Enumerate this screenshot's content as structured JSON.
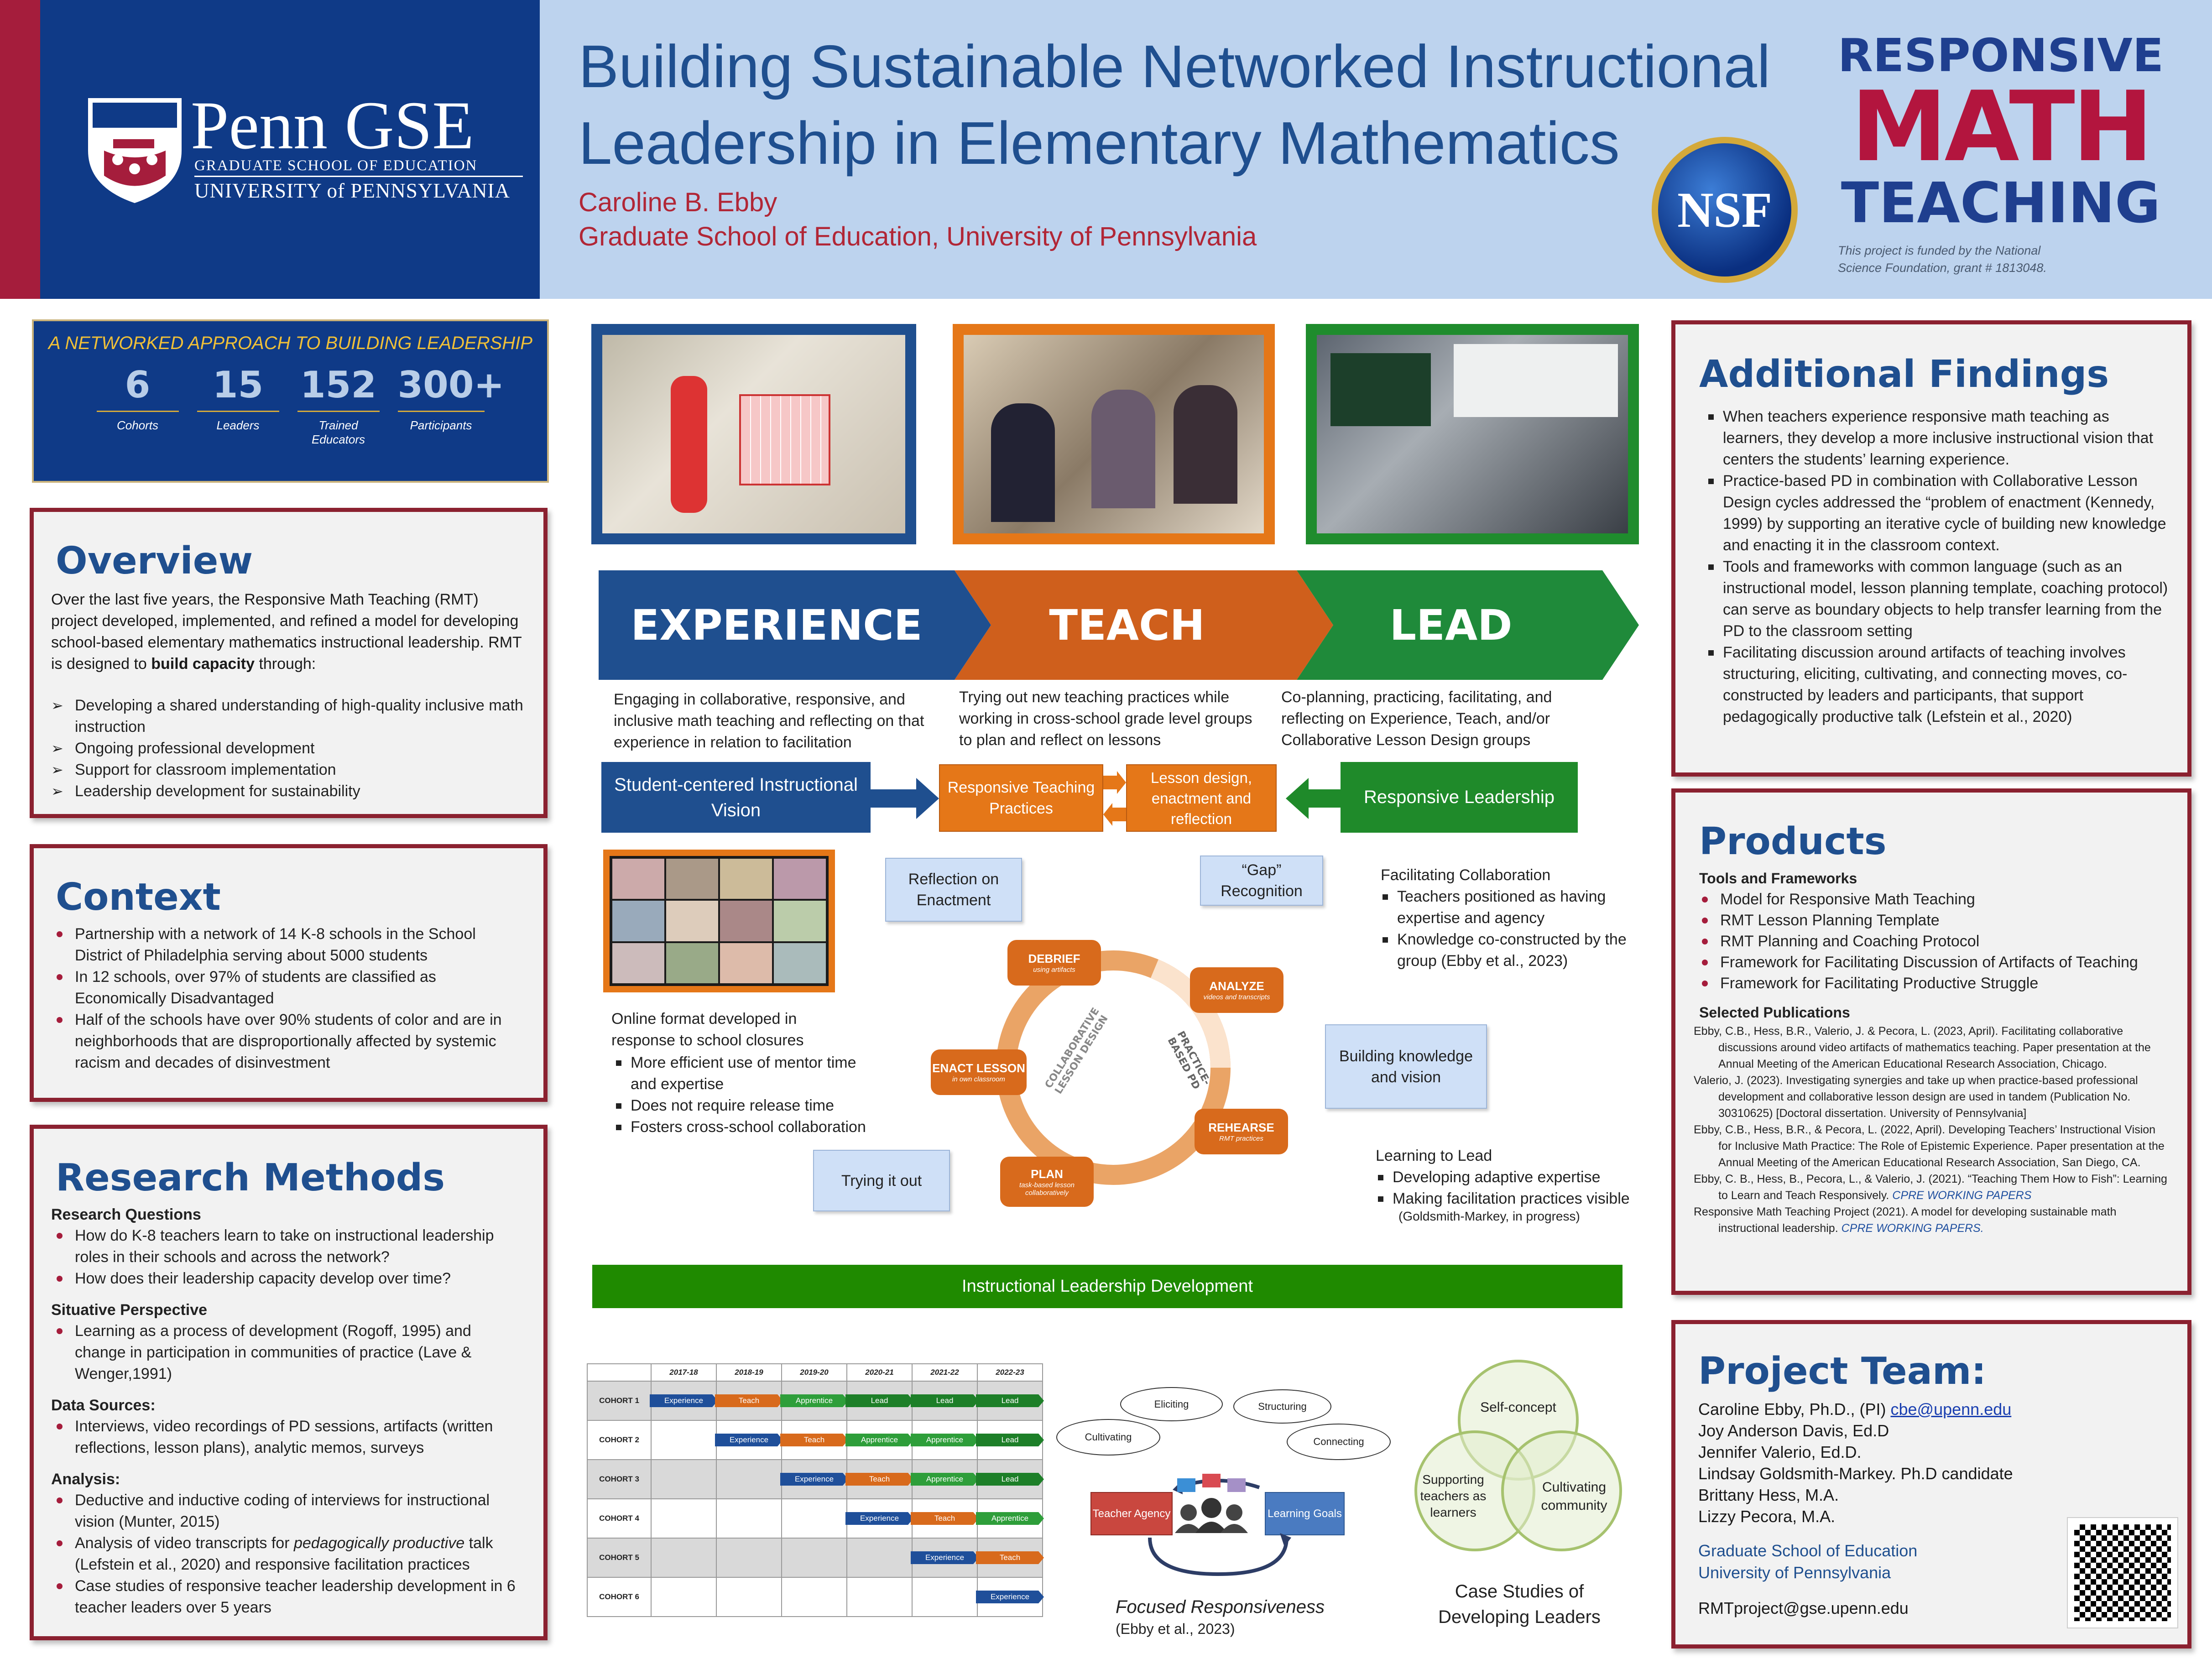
{
  "header": {
    "title_line1": "Building Sustainable Networked Instructional",
    "title_line2": "Leadership in Elementary Mathematics",
    "author": "Caroline B. Ebby",
    "affiliation": "Graduate School of Education, University of Pennsylvania",
    "logo_penn": "Penn GSE",
    "logo_penn_sub1": "GRADUATE SCHOOL OF EDUCATION",
    "logo_penn_sub2": "UNIVERSITY of PENNSYLVANIA",
    "nsf": "NSF",
    "rmt_logo": {
      "line1": "RESPONSIVE",
      "line2": "MATH",
      "line3": "TEACHING"
    },
    "funding": "This project is funded by the National Science Foundation, grant # 1813048."
  },
  "stats": {
    "title": "A NETWORKED APPROACH TO BUILDING LEADERSHIP",
    "items": [
      {
        "value": "6",
        "label": "Cohorts"
      },
      {
        "value": "15",
        "label": "Leaders"
      },
      {
        "value": "152",
        "label": "Trained Educators"
      },
      {
        "value": "300+",
        "label": "Participants"
      }
    ]
  },
  "overview": {
    "title": "Overview",
    "text_a": "Over the last five years, the Responsive Math Teaching  (RMT) project developed, implemented, and refined a model for developing school-based elementary mathematics instructional leadership. RMT is designed to ",
    "text_bold": "build capacity",
    "text_b": " through:",
    "items": [
      "Developing a shared understanding of high-quality inclusive math instruction",
      "Ongoing professional development",
      "Support for classroom implementation",
      "Leadership development for sustainability"
    ]
  },
  "context": {
    "title": "Context",
    "items": [
      "Partnership with a network of 14 K-8 schools in the School District of Philadelphia serving about 5000 students",
      "In 12 schools, over 97% of students are classified as Economically Disadvantaged",
      "Half of the schools have over 90% students of color and are in neighborhoods that are disproportionally affected by systemic racism and decades of disinvestment"
    ]
  },
  "methods": {
    "title": "Research Methods",
    "rq_title": "Research Questions",
    "rq": [
      "How do K-8 teachers learn to take on instructional leadership roles in their schools and across the network?",
      "How does their leadership capacity develop over time?"
    ],
    "sp_title": "Situative Perspective",
    "sp": [
      "Learning as a process of development (Rogoff, 1995) and change in participation in communities of practice (Lave & Wenger,1991)"
    ],
    "ds_title": "Data Sources:",
    "ds": [
      "Interviews, video recordings of PD sessions, artifacts (written reflections, lesson plans), analytic memos, surveys"
    ],
    "an_title": "Analysis:",
    "an1": "Deductive and inductive coding of interviews for instructional vision (Munter, 2015)",
    "an2a": "Analysis of video transcripts for ",
    "an2i": "pedagogically productive",
    "an2b": " talk (Lefstein et al., 2020) and responsive facilitation practices",
    "an3": "Case studies of responsive  teacher leadership development in 6 teacher leaders over 5 years"
  },
  "model": {
    "arrows": [
      "EXPERIENCE",
      "TEACH",
      "LEAD"
    ],
    "desc": [
      "Engaging in collaborative, responsive, and inclusive math teaching and reflecting on that experience in relation to facilitation",
      "Trying out new teaching practices while working in cross-school grade level groups to plan and reflect on lessons",
      "Co-planning, practicing, facilitating, and reflecting on Experience, Teach, and/or Collaborative Lesson Design groups"
    ],
    "chips": [
      "Student-centered Instructional Vision",
      "Responsive Teaching Practices",
      "Lesson design, enactment and reflection",
      "Responsive Leadership"
    ],
    "online_title": "Online format developed in response to school closures",
    "online_items": [
      "More efficient use of mentor time and expertise",
      "Does not require release time",
      "Fosters cross-school collaboration"
    ],
    "cycle": [
      {
        "name": "DEBRIEF",
        "sub": "using artifacts"
      },
      {
        "name": "ANALYZE",
        "sub": "videos and transcripts"
      },
      {
        "name": "REHEARSE",
        "sub": "RMT practices"
      },
      {
        "name": "PLAN",
        "sub": "task-based lesson collaboratively"
      },
      {
        "name": "ENACT LESSON",
        "sub": "in own classroom"
      }
    ],
    "cycle_left": "COLLABORATIVE LESSON DESIGN",
    "cycle_right": "PRACTICE-BASED PD",
    "callouts": [
      "Reflection on Enactment",
      "“Gap” Recognition",
      "Building knowledge and vision",
      "Trying it out"
    ],
    "facil_title": "Facilitating Collaboration",
    "facil_items": [
      "Teachers positioned as having expertise and agency",
      "Knowledge co-constructed by the group (Ebby et al., 2023)"
    ],
    "ltl_title": "Learning to Lead",
    "ltl_items": [
      "Developing adaptive expertise",
      "Making facilitation practices visible"
    ],
    "ltl_cite": "(Goldsmith-Markey, in progress)",
    "bar": "Instructional Leadership Development"
  },
  "timeline": {
    "years": [
      "2017-18",
      "2018-19",
      "2019-20",
      "2020-21",
      "2021-22",
      "2022-23"
    ],
    "cohorts": [
      {
        "name": "COHORT 1",
        "phases": [
          "Experience",
          "Teach",
          "Apprentice",
          "Lead",
          "Lead",
          "Lead"
        ]
      },
      {
        "name": "COHORT 2",
        "phases": [
          "Experience",
          "Teach",
          "Apprentice",
          "Apprentice",
          "Lead"
        ]
      },
      {
        "name": "COHORT 3",
        "phases": [
          "Experience",
          "Teach",
          "Apprentice",
          "Lead"
        ]
      },
      {
        "name": "COHORT 4",
        "phases": [
          "Experience",
          "Teach",
          "Apprentice"
        ]
      },
      {
        "name": "COHORT 5",
        "phases": [
          "Experience",
          "Teach"
        ]
      },
      {
        "name": "COHORT 6",
        "phases": [
          "Experience"
        ]
      }
    ],
    "colors": {
      "Experience": "#1f4f9a",
      "Teach": "#d86a1c",
      "Apprentice": "#2e9e3a",
      "Lead": "#1d7f28"
    }
  },
  "focused": {
    "words": [
      "Eliciting",
      "Structuring",
      "Cultivating",
      "Connecting"
    ],
    "teacher": "Teacher Agency",
    "learning": "Learning Goals",
    "caption": "Focused Responsiveness",
    "cite": "(Ebby et al., 2023)"
  },
  "venn": {
    "circles": [
      "Self-concept",
      "Supporting teachers as learners",
      "Cultivating community"
    ],
    "caption": "Case Studies of Developing Leaders"
  },
  "findings": {
    "title": "Additional Findings",
    "items": [
      "When teachers experience responsive math teaching as learners, they develop a more inclusive instructional vision that centers the students’ learning experience.",
      "Practice-based PD in combination with Collaborative Lesson Design cycles addressed the “problem of enactment  (Kennedy, 1999) by supporting an iterative cycle of building new  knowledge and enacting it in the classroom context.",
      "Tools and frameworks with common language (such as an instructional model, lesson planning template, coaching protocol) can serve as boundary objects to help transfer learning from the PD to the classroom setting",
      "Facilitating discussion around artifacts of teaching involves structuring, eliciting, cultivating, and connecting moves, co-constructed by leaders and participants, that support pedagogically productive talk (Lefstein et al., 2020)"
    ]
  },
  "products": {
    "title": "Products",
    "tools_title": "Tools and Frameworks",
    "tools": [
      "Model for Responsive Math Teaching",
      "RMT Lesson Planning Template",
      "RMT Planning and Coaching Protocol",
      "Framework for Facilitating Discussion of Artifacts of Teaching",
      "Framework for Facilitating Productive Struggle"
    ],
    "pubs_title": "Selected Publications",
    "pubs": [
      {
        "text": "Ebby, C.B., Hess, B.R., Valerio, J. & Pecora, L. (2023, April). Facilitating collaborative discussions around video artifacts of mathematics teaching. Paper presentation at the Annual Meeting of the American Educational Research Association, Chicago.",
        "tail": ""
      },
      {
        "text": "Valerio, J. (2023). Investigating synergies and take up when practice-based professional development and collaborative lesson design are used in tandem (Publication No. 30310625) [Doctoral dissertation. University of Pennsylvania]",
        "tail": ""
      },
      {
        "text": "Ebby, C.B., Hess, B.R., & Pecora, L. (2022, April). Developing Teachers’ Instructional Vision for Inclusive Math Practice:  The Role of Epistemic Experience. Paper presentation at the Annual Meeting of the American Educational Research Association, San Diego, CA.",
        "tail": ""
      },
      {
        "text": "Ebby, C. B., Hess, B., Pecora, L., & Valerio, J. (2021). “Teaching Them How to Fish”: Learning to Learn and Teach Responsively. ",
        "tail": "CPRE WORKING PAPERS"
      },
      {
        "text": "Responsive Math Teaching Project (2021).  A model for developing sustainable math instructional leadership. ",
        "tail": "CPRE WORKING PAPERS."
      }
    ]
  },
  "team": {
    "title": "Project Team:",
    "lead_name": "Caroline Ebby, Ph.D., (PI) ",
    "lead_email": "cbe@upenn.edu",
    "members": [
      "Joy Anderson Davis, Ed.D",
      "Jennifer Valerio, Ed.D.",
      "Lindsay Goldsmith-Markey. Ph.D candidate",
      "Brittany Hess, M.A.",
      "Lizzy Pecora, M.A."
    ],
    "org1": "Graduate School of Education",
    "org2": "University of Pennsylvania",
    "contact": "RMTproject@gse.upenn.edu"
  }
}
